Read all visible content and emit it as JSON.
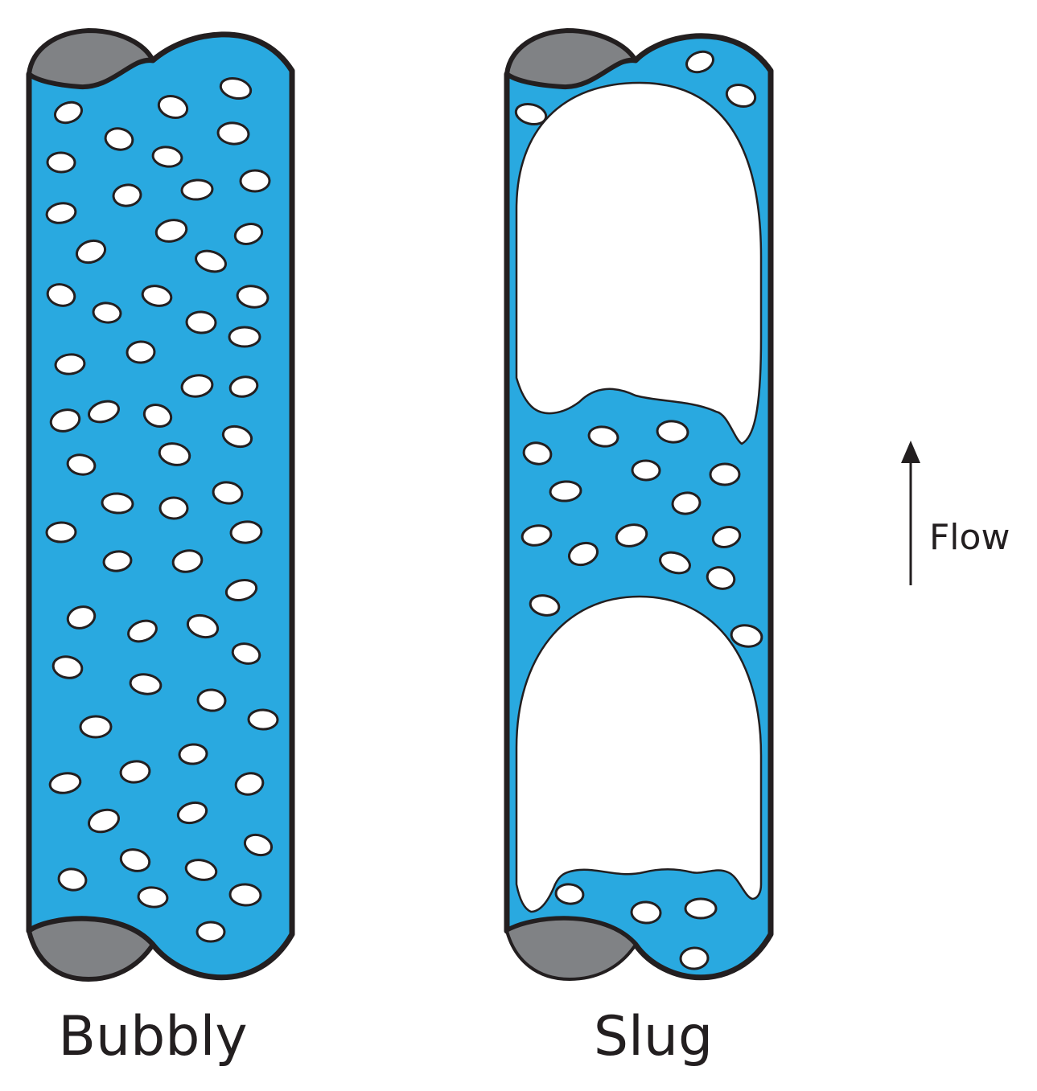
{
  "diagram": {
    "panels": [
      {
        "id": "bubbly",
        "label": "Bubbly"
      },
      {
        "id": "slug",
        "label": "Slug"
      }
    ],
    "flow_label": "Flow",
    "colors": {
      "liquid": "#29a9e0",
      "gas": "#ffffff",
      "pipe_wall": "#231f20",
      "pipe_section": "#808285",
      "text": "#231f20"
    }
  }
}
